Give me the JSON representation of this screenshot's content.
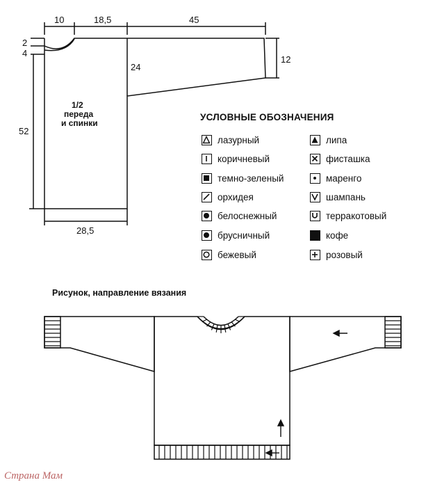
{
  "schema": {
    "dims": {
      "neck_width": "10",
      "shoulder_width": "18,5",
      "sleeve_length": "45",
      "neck_drop_front": "2",
      "neck_drop_back": "4",
      "armhole_depth": "24",
      "sleeve_cuff_width": "12",
      "body_length": "52",
      "body_width": "28,5"
    },
    "piece_label_1": "1/2",
    "piece_label_2": "переда",
    "piece_label_3": "и спинки"
  },
  "legend": {
    "title": "УСЛОВНЫЕ ОБОЗНАЧЕНИЯ",
    "left": [
      {
        "label": "лазурный",
        "icon": "triangle-outline-icon"
      },
      {
        "label": "коричневый",
        "icon": "vertical-bar-icon"
      },
      {
        "label": "темно-зеленый",
        "icon": "filled-square-icon"
      },
      {
        "label": "орхидея",
        "icon": "slash-icon"
      },
      {
        "label": "белоснежный",
        "icon": "filled-circle-icon"
      },
      {
        "label": "брусничный",
        "icon": "filled-circle-icon"
      },
      {
        "label": "бежевый",
        "icon": "circle-outline-icon"
      }
    ],
    "right": [
      {
        "label": "липа",
        "icon": "triangle-filled-icon"
      },
      {
        "label": "фисташка",
        "icon": "cross-x-icon"
      },
      {
        "label": "маренго",
        "icon": "dot-icon"
      },
      {
        "label": "шампань",
        "icon": "v-icon"
      },
      {
        "label": "терракотовый",
        "icon": "u-icon"
      },
      {
        "label": "кофе",
        "icon": "solid-block-icon"
      },
      {
        "label": "розовый",
        "icon": "plus-icon"
      }
    ]
  },
  "caption": "Рисунок, направление вязания",
  "watermark": "Страна Мам"
}
